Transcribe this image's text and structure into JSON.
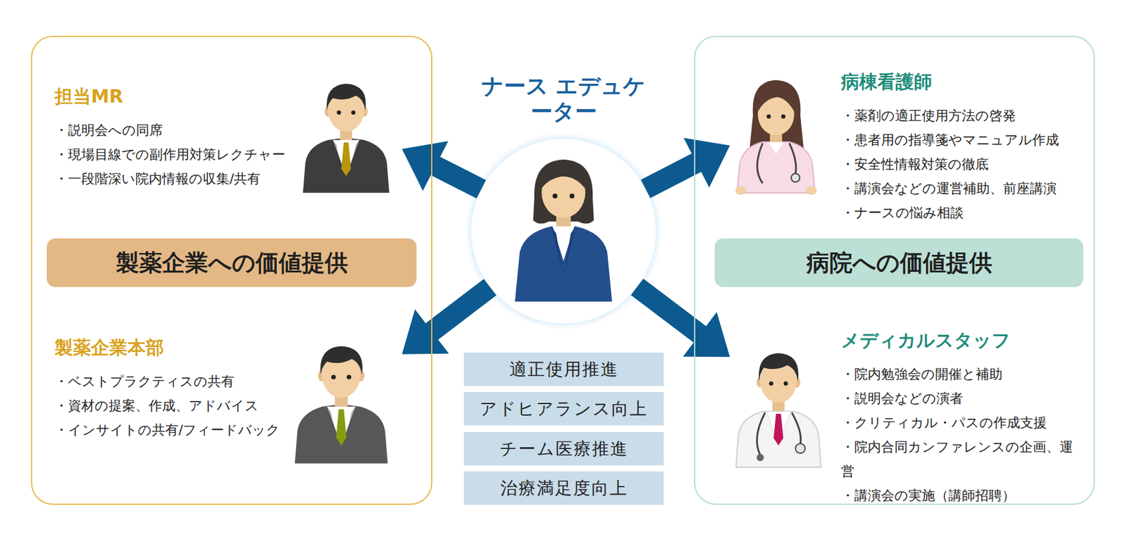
{
  "diagram": {
    "nodes": [
      {
        "text": []
      },
      {
        "text": [
          "担当MR",
          "・説明会への同席",
          "・現場目線での副作用対策レクチャー",
          "・一段階深い院内情報の収集/共有"
        ],
        "in": 0
      },
      {
        "text": [
          "製薬企業への価値提供"
        ],
        "in": 0
      },
      {
        "text": [
          "製薬企業本部",
          "・ベストプラクティスの共有",
          "・資材の提案、作成、アドバイス",
          "・インサイトの共有/フィードバック"
        ],
        "in": 0
      },
      {
        "text": [
          "ナース エデュケーター"
        ]
      },
      {
        "text": [
          "適正使用推進"
        ]
      },
      {
        "text": [
          "アドヒアランス向上"
        ]
      },
      {
        "text": [
          "チーム医療推進"
        ]
      },
      {
        "text": [
          "治療満足度向上"
        ]
      },
      {
        "text": []
      },
      {
        "text": [
          "病棟看護師",
          "・薬剤の適正使用方法の啓発",
          "・患者用の指導箋やマニュアル作成",
          "・安全性情報対策の徹底",
          "・講演会などの運営補助、前座講演",
          "・ナースの悩み相談"
        ],
        "in": 9
      },
      {
        "text": [
          "病院への価値提供"
        ],
        "in": 9
      },
      {
        "text": [
          "メディカルスタッフ",
          "・院内勉強会の開催と補助",
          "・説明会などの演者",
          "・クリティカル・パスの作成支援",
          "・院内合同カンファレンスの企画、運営",
          "・講演会の実施（講師招聘）"
        ],
        "in": 9
      }
    ],
    "edges": [
      {
        "from": 4,
        "to": 1,
        "arrow": "to"
      },
      {
        "from": 4,
        "to": 3,
        "arrow": "to"
      },
      {
        "from": 4,
        "to": 10,
        "arrow": "to"
      },
      {
        "from": 4,
        "to": 12,
        "arrow": "to"
      }
    ]
  }
}
